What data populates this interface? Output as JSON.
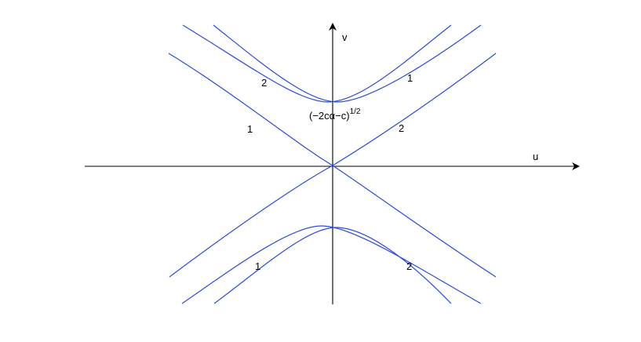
{
  "diagram": {
    "axes": {
      "x_label": "u",
      "y_label": "v"
    },
    "vertex_label": {
      "base": "(−2cα−c)",
      "exponent": "1/2"
    },
    "curve_labels": [
      "2",
      "1",
      "1",
      "2",
      "1",
      "2"
    ],
    "colors": {
      "curve": "#2b4bdc",
      "axis": "#000000",
      "text": "#000000"
    }
  }
}
